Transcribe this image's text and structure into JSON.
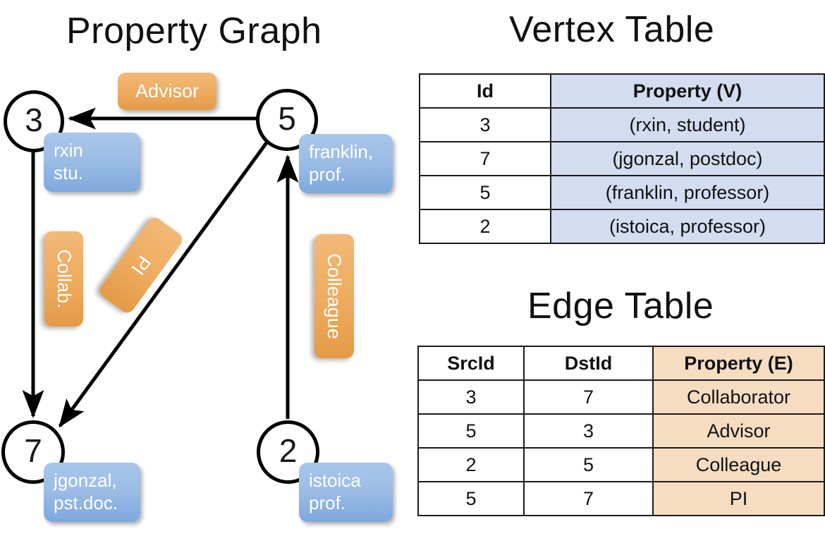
{
  "titles": {
    "property_graph": "Property Graph",
    "vertex_table": "Vertex Table",
    "edge_table": "Edge Table"
  },
  "graph": {
    "nodes": [
      {
        "id": "3",
        "label": "3",
        "property_line1": "rxin",
        "property_line2": "stu."
      },
      {
        "id": "5",
        "label": "5",
        "property_line1": "franklin,",
        "property_line2": "prof."
      },
      {
        "id": "7",
        "label": "7",
        "property_line1": "jgonzal,",
        "property_line2": "pst.doc."
      },
      {
        "id": "2",
        "label": "2",
        "property_line1": "istoica",
        "property_line2": "prof."
      }
    ],
    "edges": [
      {
        "src": "5",
        "dst": "3",
        "label": "Advisor"
      },
      {
        "src": "3",
        "dst": "7",
        "label": "Collab."
      },
      {
        "src": "5",
        "dst": "7",
        "label": "PI"
      },
      {
        "src": "2",
        "dst": "5",
        "label": "Colleague"
      }
    ]
  },
  "vertex_table": {
    "columns": [
      "Id",
      "Property (V)"
    ],
    "rows": [
      {
        "id": "3",
        "property": "(rxin, student)"
      },
      {
        "id": "7",
        "property": "(jgonzal, postdoc)"
      },
      {
        "id": "5",
        "property": "(franklin, professor)"
      },
      {
        "id": "2",
        "property": "(istoica, professor)"
      }
    ]
  },
  "edge_table": {
    "columns": [
      "SrcId",
      "DstId",
      "Property (E)"
    ],
    "rows": [
      {
        "src": "3",
        "dst": "7",
        "property": "Collaborator"
      },
      {
        "src": "5",
        "dst": "3",
        "property": "Advisor"
      },
      {
        "src": "2",
        "dst": "5",
        "property": "Colleague"
      },
      {
        "src": "5",
        "dst": "7",
        "property": "PI"
      }
    ]
  },
  "colors": {
    "vertex_property_fill": "#d4ddef",
    "edge_property_fill": "#f6ddc2",
    "node_box_blue": "#9dbde6",
    "edge_label_orange": "#eeab5e",
    "stroke": "#1a1a1a"
  }
}
